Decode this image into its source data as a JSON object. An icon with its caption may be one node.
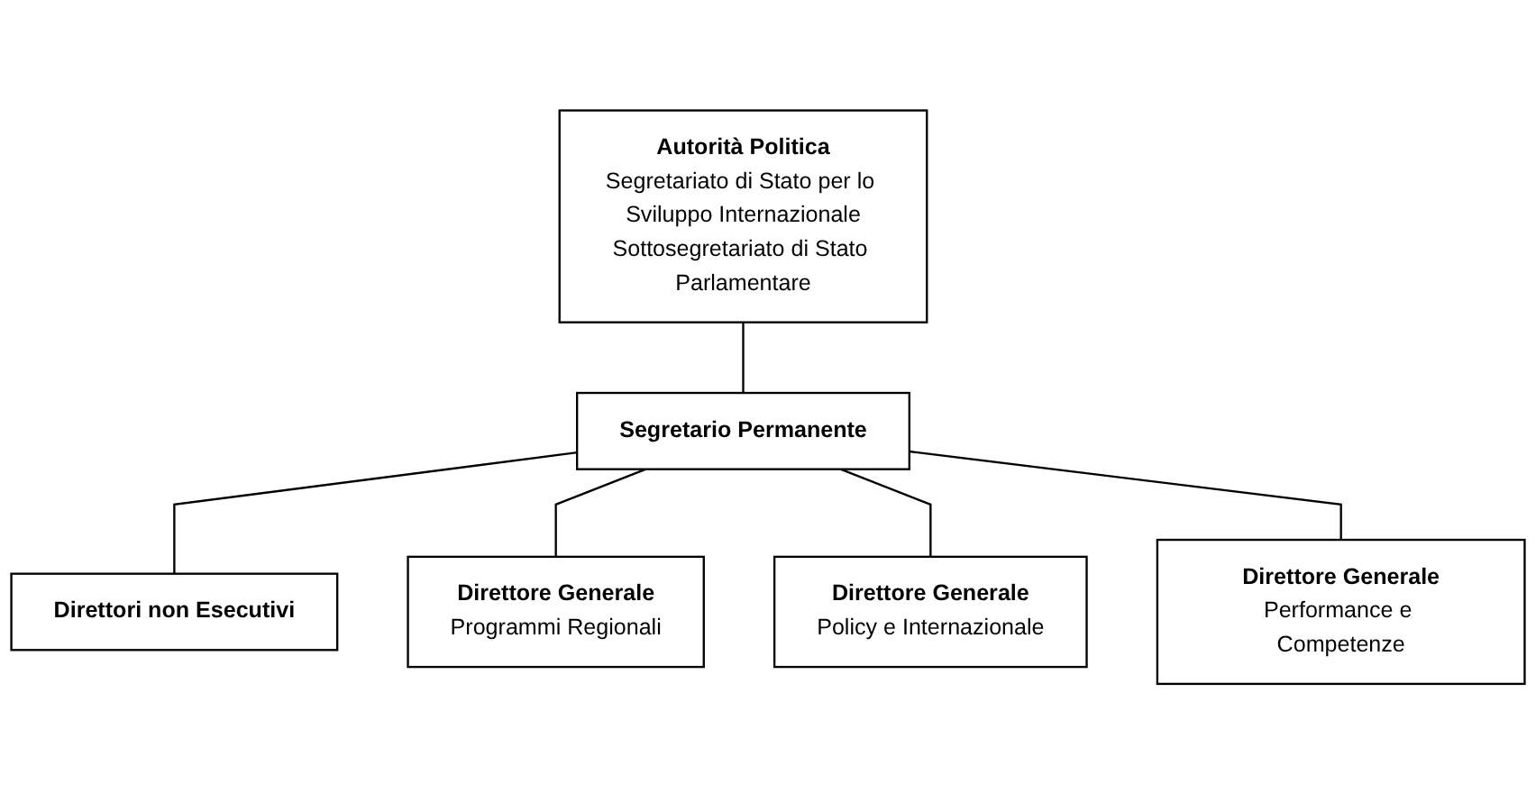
{
  "diagram": {
    "nodes": [
      {
        "text": [
          "Autorità Politica",
          "Segretariato di Stato per lo Sviluppo Internazionale",
          "Sottosegretariato di Stato Parlamentare"
        ]
      },
      {
        "text": [
          "Segretario Permanente"
        ]
      },
      {
        "text": [
          "Direttori non Esecutivi"
        ]
      },
      {
        "text": [
          "Direttore Generale",
          "Programmi Regionali"
        ]
      },
      {
        "text": [
          "Direttore Generale",
          "Policy e Internazionale"
        ]
      },
      {
        "text": [
          "Direttore Generale",
          "Performance e Competenze"
        ]
      }
    ],
    "edges": [
      {
        "from": 0,
        "to": 1,
        "arrow": "none"
      },
      {
        "from": 1,
        "to": 2,
        "arrow": "none"
      },
      {
        "from": 1,
        "to": 3,
        "arrow": "none"
      },
      {
        "from": 1,
        "to": 4,
        "arrow": "none"
      },
      {
        "from": 1,
        "to": 5,
        "arrow": "none"
      }
    ]
  }
}
